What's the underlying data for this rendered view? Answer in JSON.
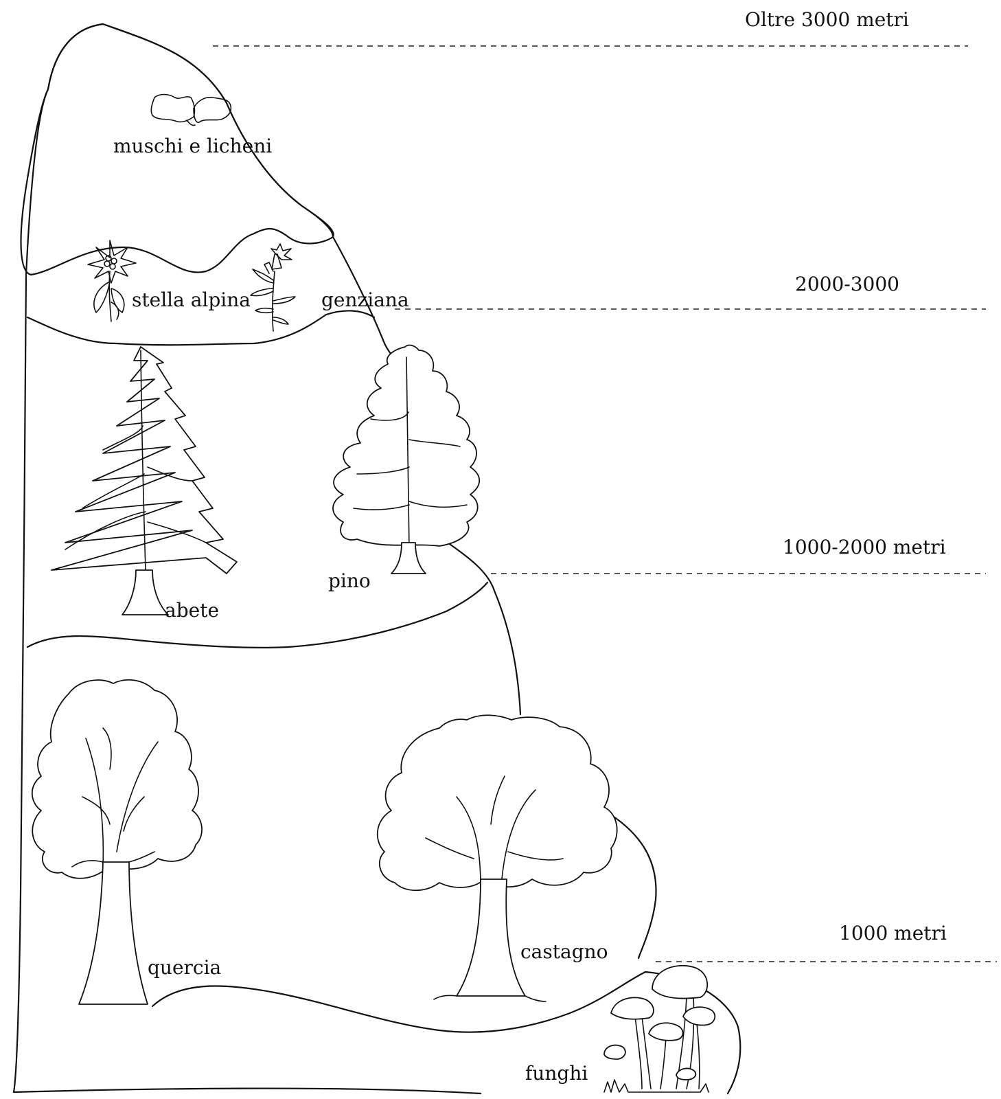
{
  "altitude_levels": [
    {
      "label": "Oltre 3000 metri"
    },
    {
      "label": "2000-3000"
    },
    {
      "label": "1000-2000 metri"
    },
    {
      "label": "1000 metri"
    }
  ],
  "vegetation": {
    "muschi": "muschi e licheni",
    "stella_alpina": "stella alpina",
    "genziana": "genziana",
    "abete": "abete",
    "pino": "pino",
    "quercia": "quercia",
    "castagno": "castagno",
    "funghi": "funghi"
  },
  "colors": {
    "ink": "#111111",
    "background": "#ffffff"
  }
}
